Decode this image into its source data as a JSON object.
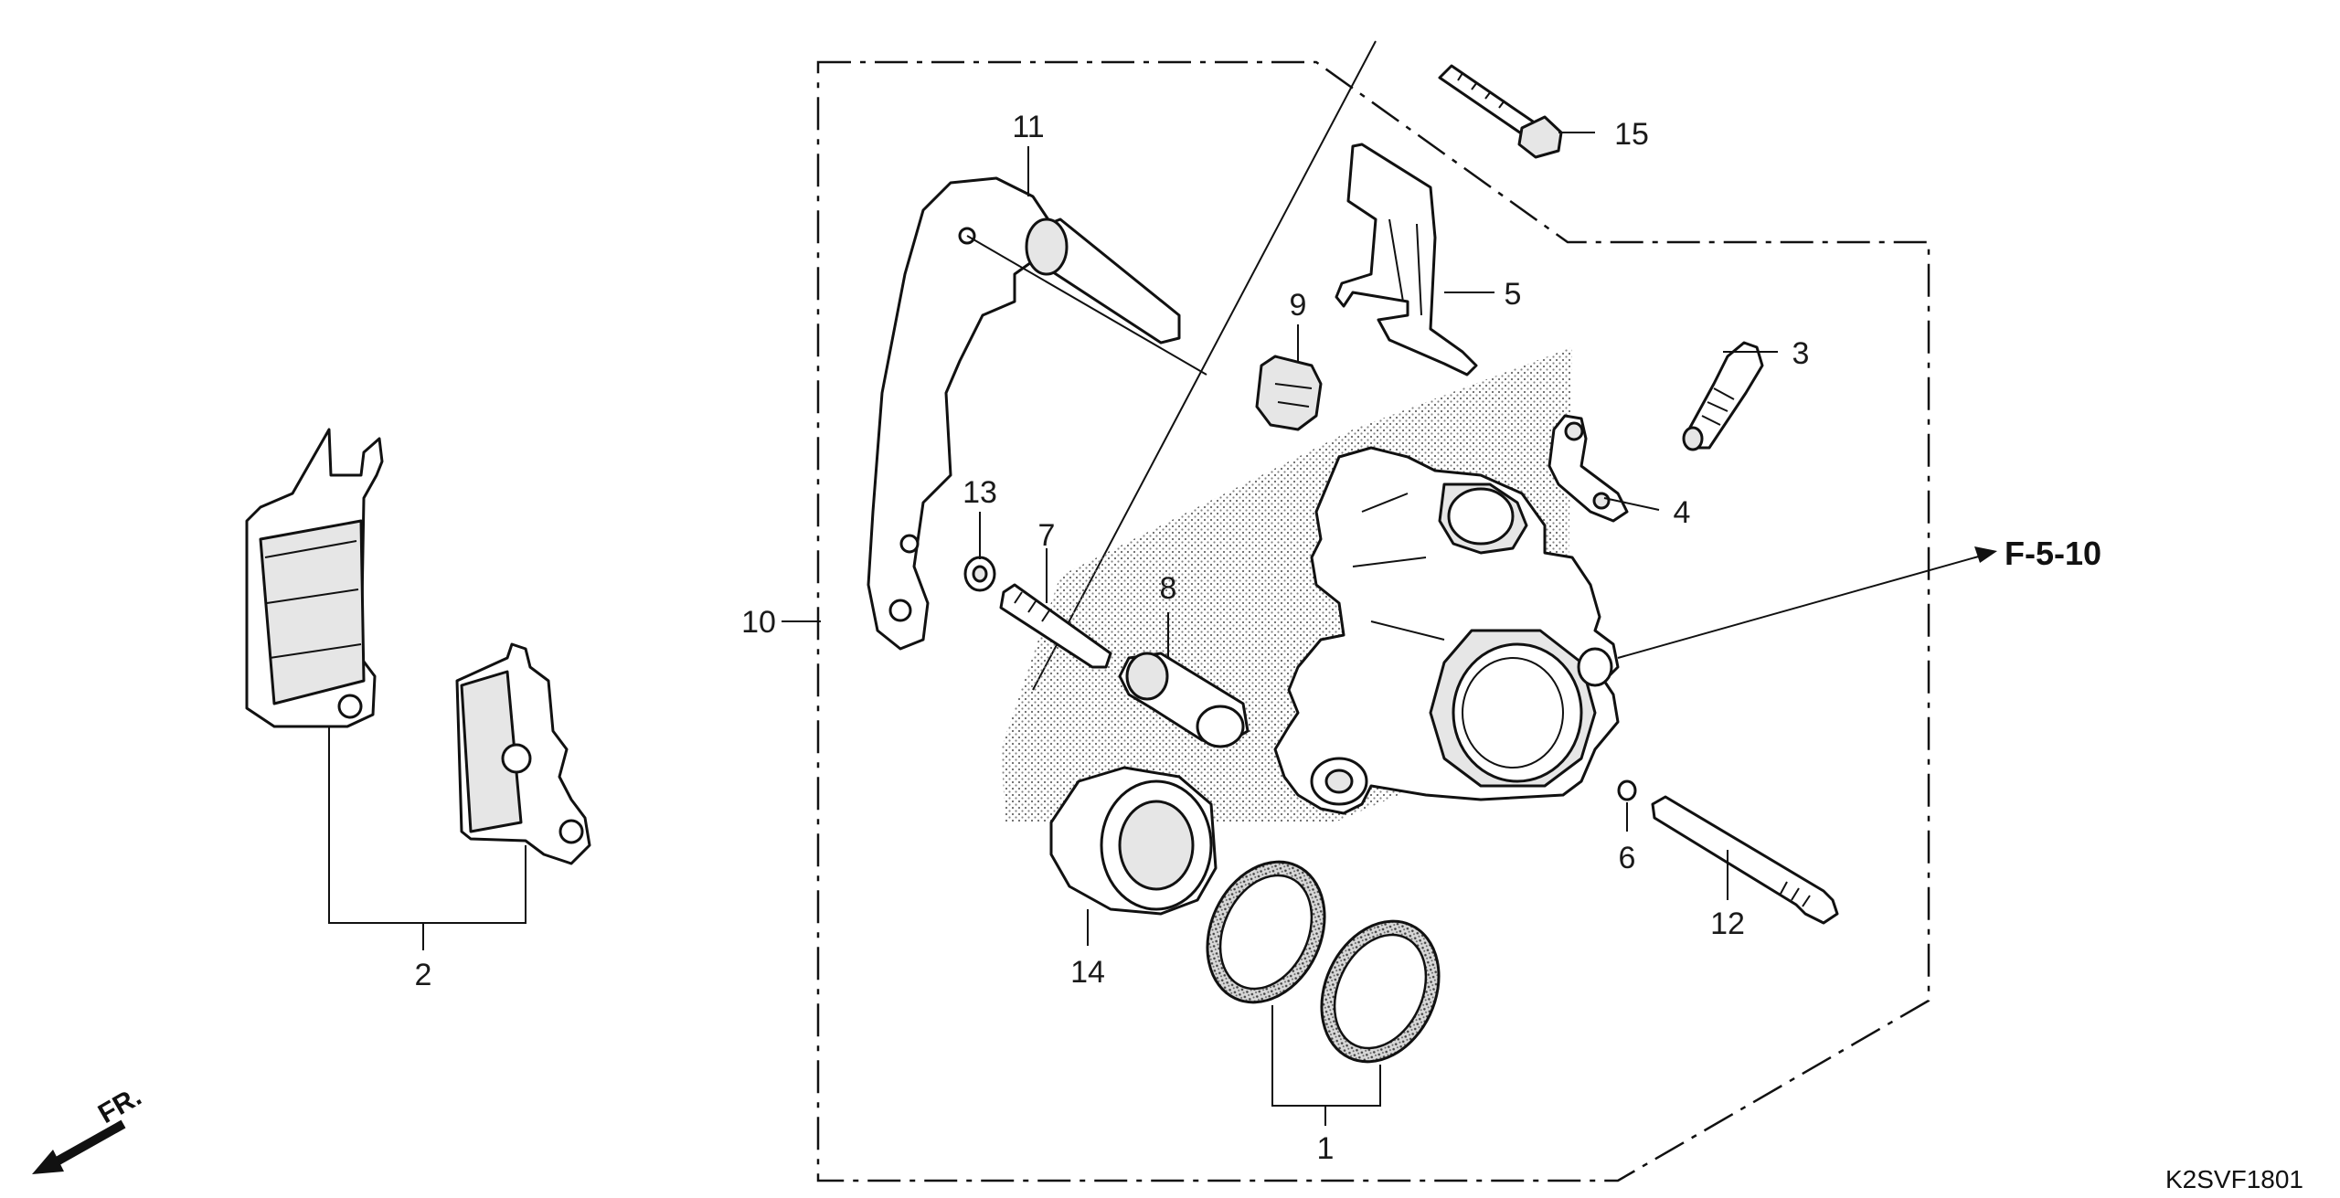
{
  "diagram": {
    "title": "Front brake caliper exploded parts diagram",
    "reference_code": "F-5-10",
    "diagram_code": "K2SVF1801",
    "front_indicator": "FR.",
    "callouts": [
      "1",
      "2",
      "3",
      "4",
      "5",
      "6",
      "7",
      "8",
      "9",
      "10",
      "11",
      "12",
      "13",
      "14",
      "15"
    ]
  }
}
